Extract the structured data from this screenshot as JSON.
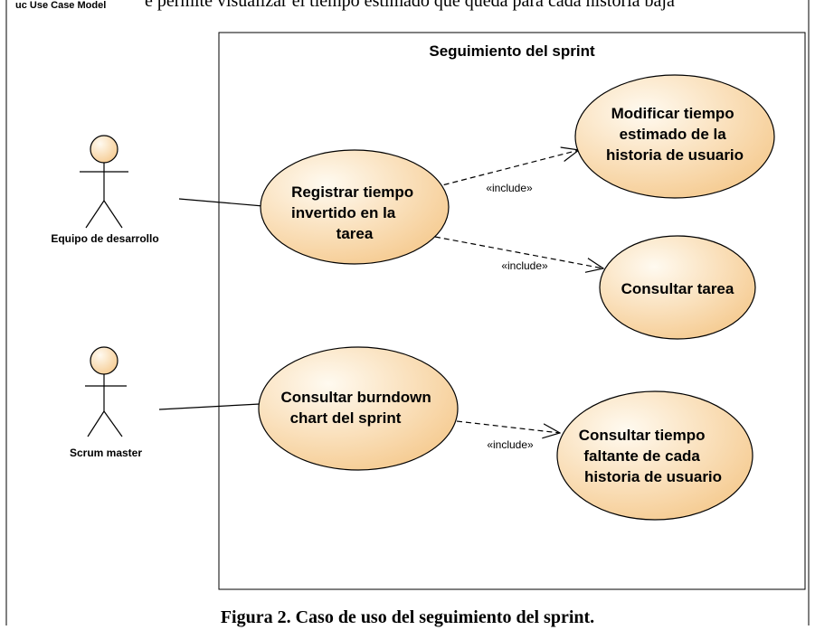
{
  "frame_label": "uc Use Case Model",
  "background_text": "e permite visualizar el tiempo estimado que queda para cada historia baja",
  "system": {
    "name": "Seguimiento del sprint"
  },
  "actors": [
    {
      "name": "Equipo de desarrollo"
    },
    {
      "name": "Scrum master"
    }
  ],
  "use_cases": {
    "registrar": [
      "Registrar tiempo",
      "invertido en la",
      "tarea"
    ],
    "modificar": [
      "Modificar tiempo",
      "estimado de la",
      "historia de usuario"
    ],
    "consultar_tarea": [
      "Consultar tarea"
    ],
    "burndown": [
      "Consultar burndown",
      "chart del sprint"
    ],
    "faltante": [
      "Consultar tiempo",
      "faltante de cada",
      "historia de usuario"
    ]
  },
  "relations": {
    "include_label": "«include»"
  },
  "caption": "Figura 2. Caso de uso del seguimiento del sprint.",
  "colors": {
    "usecase_fill_light": "#fffaf0",
    "usecase_fill_dark": "#f5c98d",
    "line": "#000000",
    "background": "#ffffff"
  }
}
